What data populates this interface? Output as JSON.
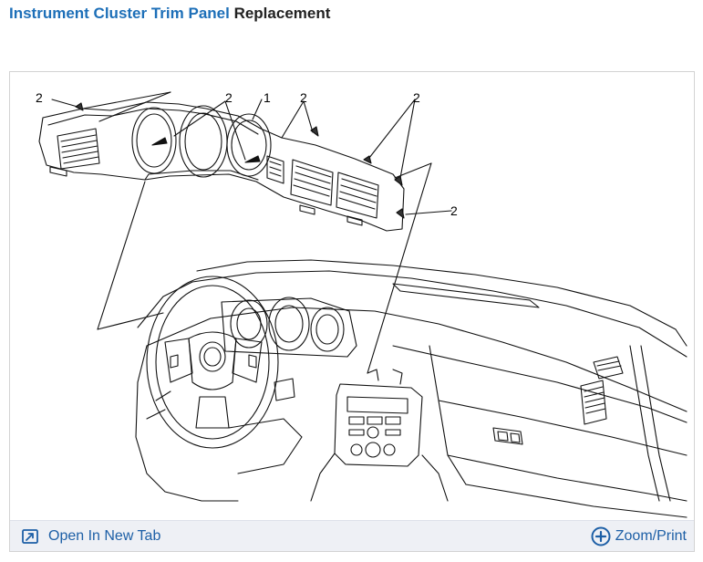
{
  "page": {
    "title_link": "Instrument Cluster Trim Panel",
    "title_rest": " Replacement"
  },
  "diagram": {
    "callouts": [
      "2",
      "2",
      "1",
      "2",
      "2",
      "2"
    ]
  },
  "toolbar": {
    "open_tab_label": "Open In New Tab",
    "zoom_label": "Zoom/Print",
    "open_tab_icon": "open-in-new-tab-icon",
    "zoom_icon": "zoom-plus-icon",
    "accent": "#1d5fa6"
  }
}
